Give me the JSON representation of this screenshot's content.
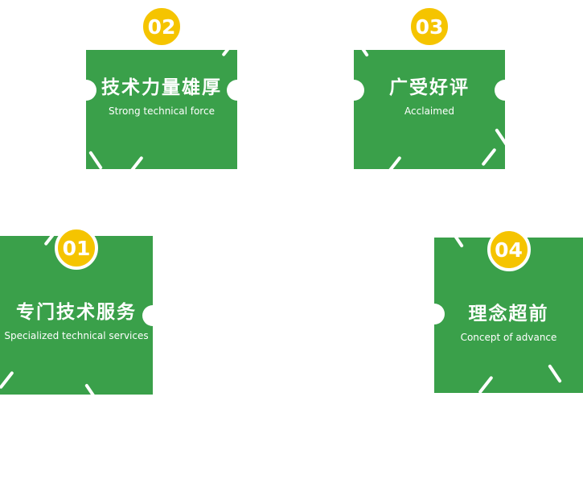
{
  "section": {
    "cards": [
      {
        "number": "01",
        "title": "专门技术服务",
        "subtitle": "Specialized technical services"
      },
      {
        "number": "02",
        "title": "技术力量雄厚",
        "subtitle": "Strong technical force"
      },
      {
        "number": "03",
        "title": "广受好评",
        "subtitle": "Acclaimed"
      },
      {
        "number": "04",
        "title": "理念超前",
        "subtitle": "Concept of advance"
      }
    ],
    "colors": {
      "card_green": "#3aa04a",
      "badge_yellow": "#f5c400",
      "text_white": "#ffffff"
    }
  }
}
